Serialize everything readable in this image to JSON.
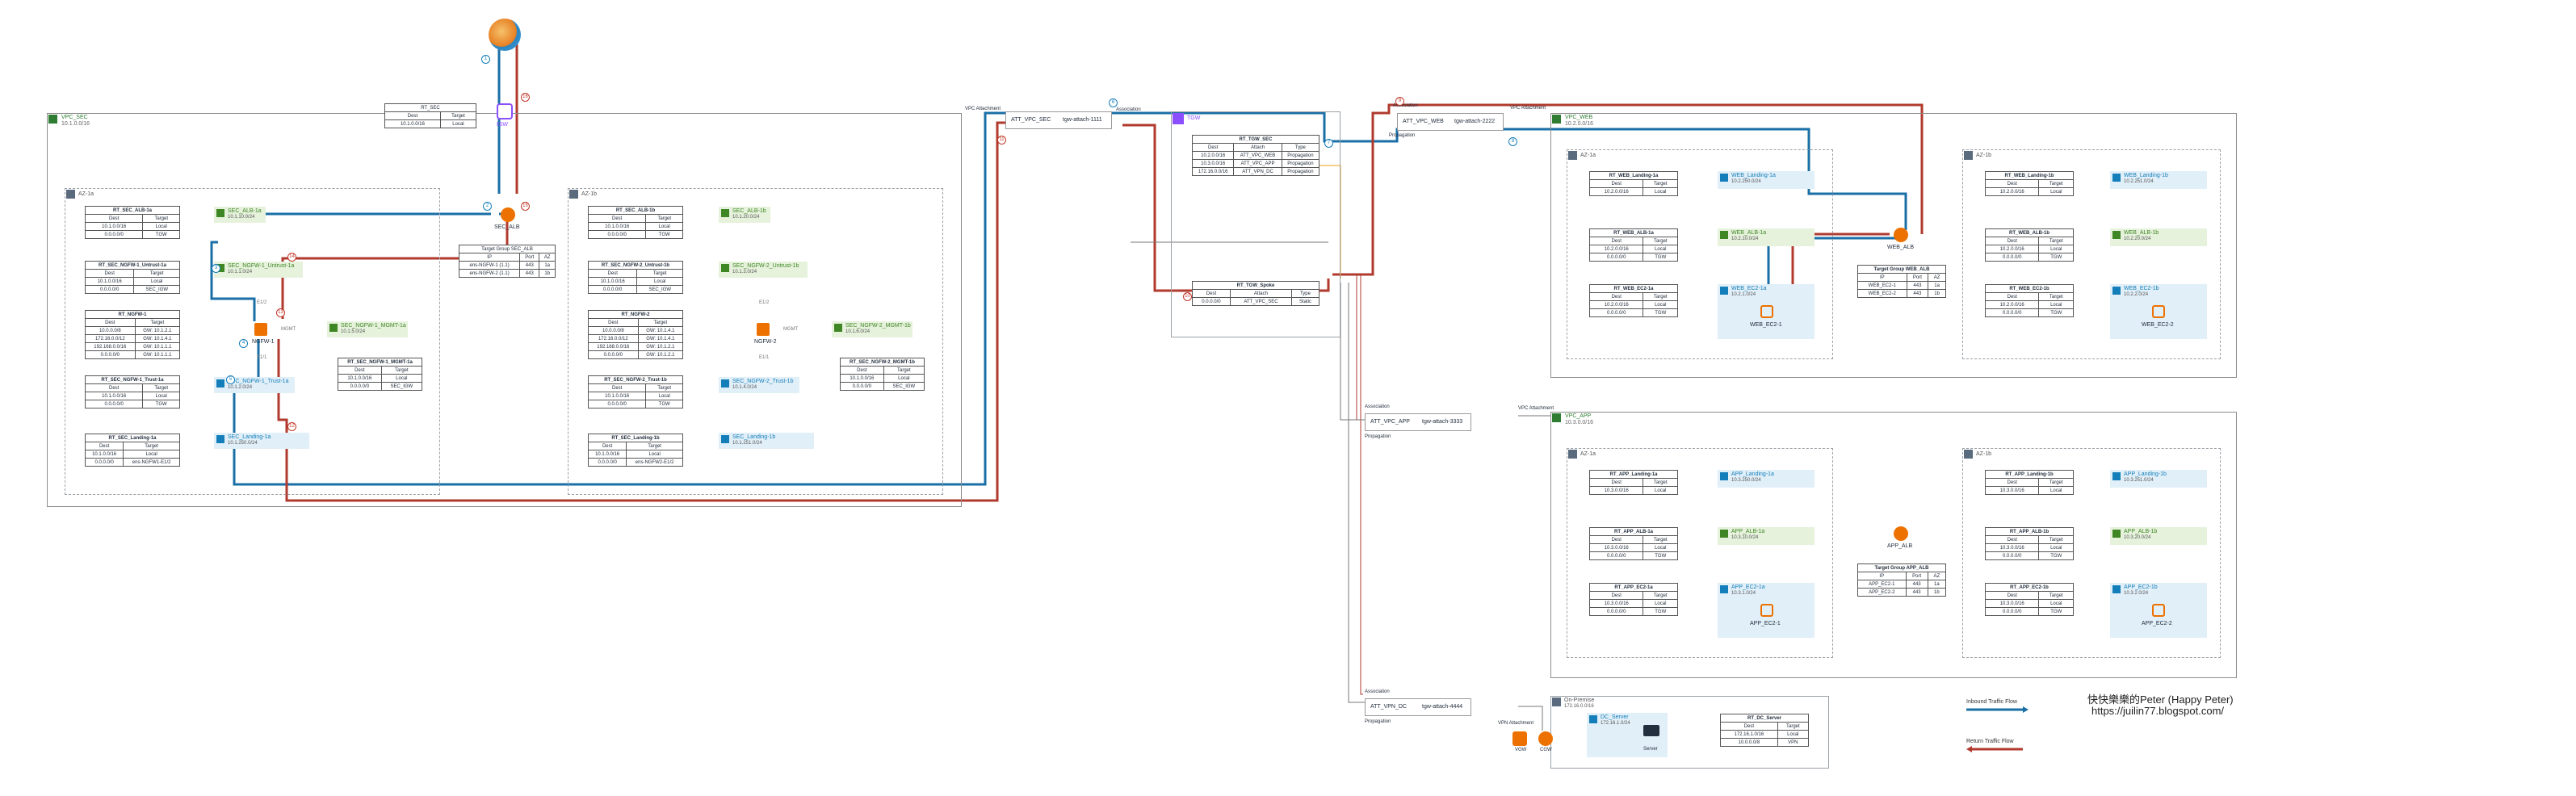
{
  "colors": {
    "inbound": "#1a6fa6",
    "return": "#b03a2e",
    "public_subnet": "#e6f2dc",
    "private_subnet": "#e1eff8",
    "vpc_label": "#2e7d32",
    "orange": "#ed7100",
    "tgw": "#8c4fff"
  },
  "sec_vpc": {
    "name": "VPC_SEC",
    "cidr": "10.1.0.0/16",
    "az_a": "AZ-1a",
    "az_b": "AZ-1b",
    "rt_sec": {
      "title": "RT_SEC",
      "dest": "Dest",
      "target": "Target",
      "r1_dest": "10.1.0.0/16",
      "r1_target": "Local"
    },
    "igw_label": "IGW",
    "alb_label": "SEC_ALB",
    "tg": {
      "title": "Target Group SEC_ALB",
      "h_ip": "IP",
      "h_port": "Port",
      "h_az": "AZ",
      "r1_ip": "ens-NGFW-1 (1.1)",
      "r1_port": "443",
      "r1_az": "1a",
      "r2_ip": "ens-NGFW-2 (1.1)",
      "r2_port": "443",
      "r2_az": "1b"
    },
    "left": {
      "rt_alb": {
        "title": "RT_SEC_ALB-1a",
        "r1": [
          "10.1.0.0/16",
          "Local"
        ],
        "r2": [
          "0.0.0.0/0",
          "TGW"
        ]
      },
      "rt_untrust": {
        "title": "RT_SEC_NGFW-1_Untrust-1a",
        "r1": [
          "10.1.0.0/16",
          "Local"
        ],
        "r2": [
          "0.0.0.0/0",
          "SEC_IGW"
        ]
      },
      "rt_ngfw": {
        "title": "RT_NGFW-1",
        "r1": [
          "10.0.0.0/8",
          "GW: 10.1.2.1"
        ],
        "r2": [
          "172.16.0.0/12",
          "GW: 10.1.4.1"
        ],
        "r3": [
          "192.168.0.0/16",
          "GW: 10.1.1.1"
        ],
        "r4": [
          "0.0.0.0/0",
          "GW: 10.1.1.1"
        ]
      },
      "rt_trust": {
        "title": "RT_SEC_NGFW-1_Trust-1a",
        "r1": [
          "10.1.0.0/16",
          "Local"
        ],
        "r2": [
          "0.0.0.0/0",
          "TGW"
        ]
      },
      "rt_landing": {
        "title": "RT_SEC_Landing-1a",
        "r1": [
          "10.1.0.0/16",
          "Local"
        ],
        "r2": [
          "0.0.0.0/0",
          "ens-NGFW1-E1/2"
        ]
      },
      "rt_mgmt": {
        "title": "RT_SEC_NGFW-1_MGMT-1a",
        "r1": [
          "10.1.0.0/16",
          "Local"
        ],
        "r2": [
          "0.0.0.0/0",
          "SEC_IGW"
        ]
      },
      "sn_alb": {
        "name": "SEC_ALB-1a",
        "cidr": "10.1.10.0/24"
      },
      "sn_untrust": {
        "name": "SEC_NGFW-1_Untrust-1a",
        "cidr": "10.1.1.0/24"
      },
      "sn_mgmt": {
        "name": "SEC_NGFW-1_MGMT-1a",
        "cidr": "10.1.5.0/24"
      },
      "sn_trust": {
        "name": "SEC_NGFW-1_Trust-1a",
        "cidr": "10.1.2.0/24"
      },
      "sn_landing": {
        "name": "SEC_Landing-1a",
        "cidr": "10.1.250.0/24"
      },
      "ngfw_label": "NGFW-1",
      "e12": "E1/2",
      "e11": "E1/1",
      "mgmt": "MGMT"
    },
    "right": {
      "rt_alb": {
        "title": "RT_SEC_ALB-1b",
        "r1": [
          "10.1.0.0/16",
          "Local"
        ],
        "r2": [
          "0.0.0.0/0",
          "TGW"
        ]
      },
      "rt_untrust": {
        "title": "RT_SEC_NGFW-2_Untrust-1b",
        "r1": [
          "10.1.0.0/16",
          "Local"
        ],
        "r2": [
          "0.0.0.0/0",
          "SEC_IGW"
        ]
      },
      "rt_ngfw": {
        "title": "RT_NGFW-2",
        "r1": [
          "10.0.0.0/8",
          "GW: 10.1.4.1"
        ],
        "r2": [
          "172.16.0.0/12",
          "GW: 10.1.4.1"
        ],
        "r3": [
          "192.168.0.0/16",
          "GW: 10.1.2.1"
        ],
        "r4": [
          "0.0.0.0/0",
          "GW: 10.1.2.1"
        ]
      },
      "rt_trust": {
        "title": "RT_SEC_NGFW-2_Trust-1b",
        "r1": [
          "10.1.0.0/16",
          "Local"
        ],
        "r2": [
          "0.0.0.0/0",
          "TGW"
        ]
      },
      "rt_landing": {
        "title": "RT_SEC_Landing-1b",
        "r1": [
          "10.1.0.0/16",
          "Local"
        ],
        "r2": [
          "0.0.0.0/0",
          "ens-NGFW2-E1/2"
        ]
      },
      "rt_mgmt": {
        "title": "RT_SEC_NGFW-2_MGMT-1b",
        "r1": [
          "10.1.0.0/16",
          "Local"
        ],
        "r2": [
          "0.0.0.0/0",
          "SEC_IGW"
        ]
      },
      "sn_alb": {
        "name": "SEC_ALB-1b",
        "cidr": "10.1.20.0/24"
      },
      "sn_untrust": {
        "name": "SEC_NGFW-2_Untrust-1b",
        "cidr": "10.1.3.0/24"
      },
      "sn_mgmt": {
        "name": "SEC_NGFW-2_MGMT-1b",
        "cidr": "10.1.6.0/24"
      },
      "sn_trust": {
        "name": "SEC_NGFW-2_Trust-1b",
        "cidr": "10.1.4.0/24"
      },
      "sn_landing": {
        "name": "SEC_Landing-1b",
        "cidr": "10.1.251.0/24"
      },
      "ngfw_label": "NGFW-2",
      "e12": "E1/2",
      "e11": "E1/1",
      "mgmt": "MGMT"
    }
  },
  "tgw": {
    "att_sec": "ATT_VPC_SEC",
    "att_sec_id": "tgw-attach-1111",
    "att_web": "ATT_VPC_WEB",
    "att_web_id": "tgw-attach-2222",
    "att_app": "ATT_VPC_APP",
    "att_app_id": "tgw-attach-3333",
    "att_vpn": "ATT_VPN_DC",
    "att_vpn_id": "tgw-attach-4444",
    "vpc_attachment": "VPC Attachment",
    "vpn_attachment": "VPN Attachment",
    "association": "Association",
    "propagation": "Propagation",
    "tgw_label": "TGW",
    "rt_sec": {
      "title": "RT_TGW_SEC",
      "h": [
        "Dest",
        "Attach",
        "Type"
      ],
      "r1": [
        "10.2.0.0/16",
        "ATT_VPC_WEB",
        "Propagation"
      ],
      "r2": [
        "10.3.0.0/16",
        "ATT_VPC_APP",
        "Propagation"
      ],
      "r3": [
        "172.16.0.0/16",
        "ATT_VPN_DC",
        "Propagation"
      ]
    },
    "rt_spoke": {
      "title": "RT_TGW_Spoke",
      "h": [
        "Dest",
        "Attach",
        "Type"
      ],
      "r1": [
        "0.0.0.0/0",
        "ATT_VPC_SEC",
        "Static"
      ]
    }
  },
  "web_vpc": {
    "name": "VPC_WEB",
    "cidr": "10.2.0.0/16",
    "az_a": "AZ-1a",
    "az_b": "AZ-1b",
    "alb_label": "WEB_ALB",
    "tg": {
      "title": "Target Group WEB_ALB",
      "h": [
        "IP",
        "Port",
        "AZ"
      ],
      "r1": [
        "WEB_EC2-1",
        "443",
        "1a"
      ],
      "r2": [
        "WEB_EC2-2",
        "443",
        "1b"
      ]
    },
    "left": {
      "rt_landing": {
        "title": "RT_WEB_Landing-1a",
        "r1": [
          "10.2.0.0/16",
          "Local"
        ]
      },
      "rt_alb": {
        "title": "RT_WEB_ALB-1a",
        "r1": [
          "10.2.0.0/16",
          "Local"
        ],
        "r2": [
          "0.0.0.0/0",
          "TGW"
        ]
      },
      "rt_ec2": {
        "title": "RT_WEB_EC2-1a",
        "r1": [
          "10.2.0.0/16",
          "Local"
        ],
        "r2": [
          "0.0.0.0/0",
          "TGW"
        ]
      },
      "sn_landing": {
        "name": "WEB_Landing-1a",
        "cidr": "10.2.250.0/24"
      },
      "sn_alb": {
        "name": "WEB_ALB-1a",
        "cidr": "10.2.10.0/24"
      },
      "sn_ec2": {
        "name": "WEB_EC2-1a",
        "cidr": "10.2.1.0/24"
      },
      "ec2": "WEB_EC2-1"
    },
    "right": {
      "rt_landing": {
        "title": "RT_WEB_Landing-1b",
        "r1": [
          "10.2.0.0/16",
          "Local"
        ]
      },
      "rt_alb": {
        "title": "RT_WEB_ALB-1b",
        "r1": [
          "10.2.0.0/16",
          "Local"
        ],
        "r2": [
          "0.0.0.0/0",
          "TGW"
        ]
      },
      "rt_ec2": {
        "title": "RT_WEB_EC2-1b",
        "r1": [
          "10.2.0.0/16",
          "Local"
        ],
        "r2": [
          "0.0.0.0/0",
          "TGW"
        ]
      },
      "sn_landing": {
        "name": "WEB_Landing-1b",
        "cidr": "10.2.251.0/24"
      },
      "sn_alb": {
        "name": "WEB_ALB-1b",
        "cidr": "10.2.20.0/24"
      },
      "sn_ec2": {
        "name": "WEB_EC2-1b",
        "cidr": "10.2.2.0/24"
      },
      "ec2": "WEB_EC2-2"
    }
  },
  "app_vpc": {
    "name": "VPC_APP",
    "cidr": "10.3.0.0/16",
    "az_a": "AZ-1a",
    "az_b": "AZ-1b",
    "alb_label": "APP_ALB",
    "tg": {
      "title": "Target Group APP_ALB",
      "h": [
        "IP",
        "Port",
        "AZ"
      ],
      "r1": [
        "APP_EC2-1",
        "443",
        "1a"
      ],
      "r2": [
        "APP_EC2-2",
        "443",
        "1b"
      ]
    },
    "left": {
      "rt_landing": {
        "title": "RT_APP_Landing-1a",
        "r1": [
          "10.3.0.0/16",
          "Local"
        ]
      },
      "rt_alb": {
        "title": "RT_APP_ALB-1a",
        "r1": [
          "10.3.0.0/16",
          "Local"
        ],
        "r2": [
          "0.0.0.0/0",
          "TGW"
        ]
      },
      "rt_ec2": {
        "title": "RT_APP_EC2-1a",
        "r1": [
          "10.3.0.0/16",
          "Local"
        ],
        "r2": [
          "0.0.0.0/0",
          "TGW"
        ]
      },
      "sn_landing": {
        "name": "APP_Landing-1a",
        "cidr": "10.3.250.0/24"
      },
      "sn_alb": {
        "name": "APP_ALB-1a",
        "cidr": "10.3.10.0/24"
      },
      "sn_ec2": {
        "name": "APP_EC2-1a",
        "cidr": "10.3.1.0/24"
      },
      "ec2": "APP_EC2-1"
    },
    "right": {
      "rt_landing": {
        "title": "RT_APP_Landing-1b",
        "r1": [
          "10.3.0.0/16",
          "Local"
        ]
      },
      "rt_alb": {
        "title": "RT_APP_ALB-1b",
        "r1": [
          "10.3.0.0/16",
          "Local"
        ],
        "r2": [
          "0.0.0.0/0",
          "TGW"
        ]
      },
      "rt_ec2": {
        "title": "RT_APP_EC2-1b",
        "r1": [
          "10.3.0.0/16",
          "Local"
        ],
        "r2": [
          "0.0.0.0/0",
          "TGW"
        ]
      },
      "sn_landing": {
        "name": "APP_Landing-1b",
        "cidr": "10.3.251.0/24"
      },
      "sn_alb": {
        "name": "APP_ALB-1b",
        "cidr": "10.3.20.0/24"
      },
      "sn_ec2": {
        "name": "APP_EC2-1b",
        "cidr": "10.3.2.0/24"
      },
      "ec2": "APP_EC2-2"
    }
  },
  "onprem": {
    "name": "On-Premise",
    "cidr": "172.16.0.0/16",
    "sn_server": {
      "name": "DC_Server",
      "cidr": "172.16.1.0/24"
    },
    "server": "Server",
    "cgw": "CGW",
    "vgw": "VGW",
    "rt_dc": {
      "title": "RT_DC_Server",
      "h": [
        "Dest",
        "Target"
      ],
      "r1": [
        "172.16.1.0/16",
        "Local"
      ],
      "r2": [
        "10.0.0.0/8",
        "VPN"
      ]
    }
  },
  "legend": {
    "inbound": "Inbound Traffic Flow",
    "return": "Return Traffic Flow"
  },
  "credit": {
    "name": "快快樂樂的Peter (Happy Peter)",
    "url": "https://juilin77.blogspot.com/"
  }
}
